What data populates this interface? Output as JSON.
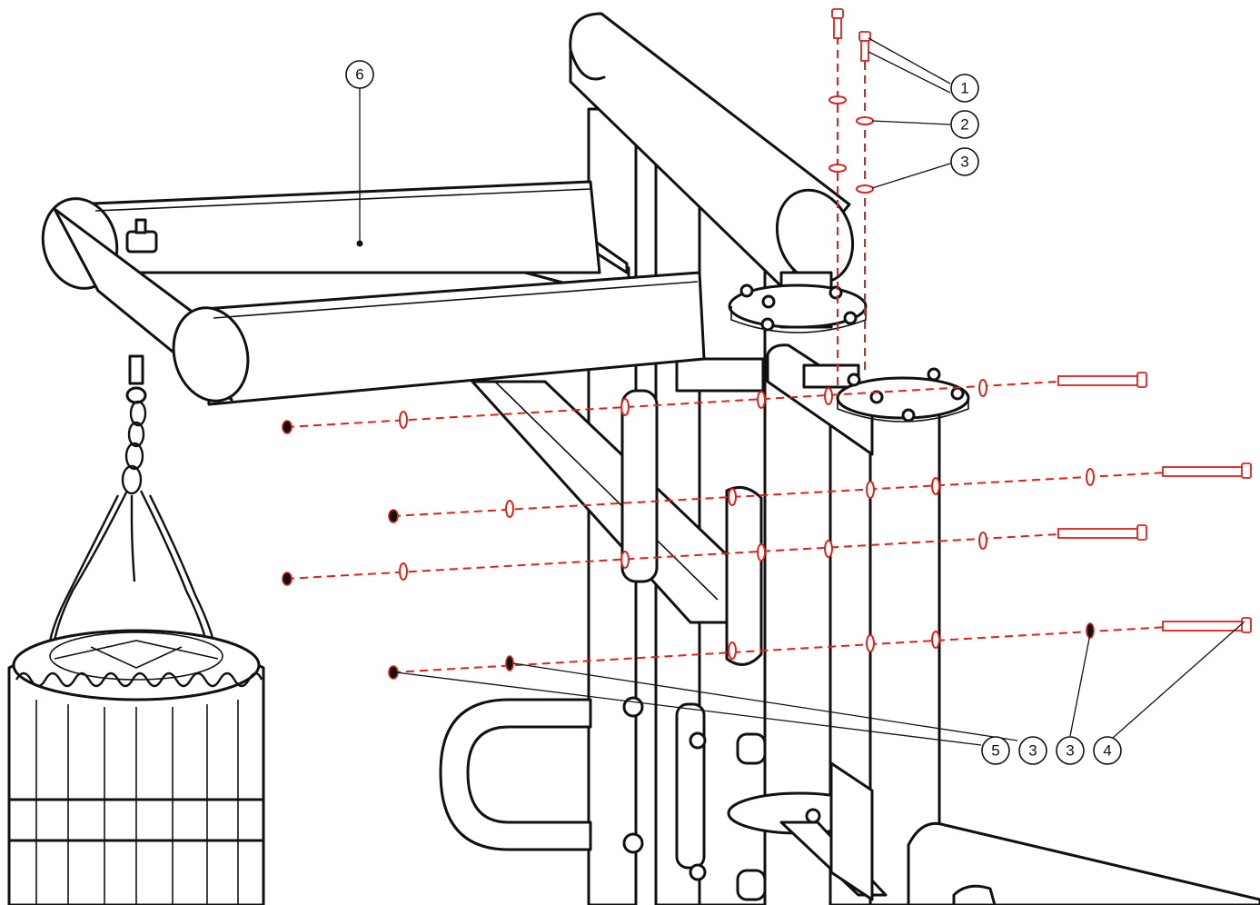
{
  "callouts": {
    "part_1": "1",
    "part_2": "2",
    "part_3_top": "3",
    "part_6": "6",
    "part_5": "5",
    "part_3_a": "3",
    "part_3_b": "3",
    "part_4": "4"
  },
  "colors": {
    "assembly_axis": "#e0201b",
    "line_art": "#111111",
    "background": "#ffffff"
  }
}
